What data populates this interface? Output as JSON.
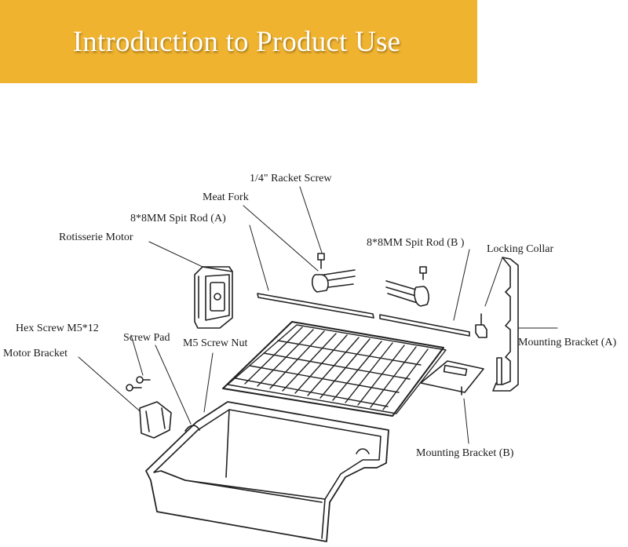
{
  "banner": {
    "title": "Introduction to Product Use",
    "color": "#efb32f"
  },
  "labels": {
    "racket_screw": "1/4\" Racket Screw",
    "meat_fork": "Meat Fork",
    "spit_rod_a": "8*8MM Spit Rod (A)",
    "rotisserie_motor": "Rotisserie Motor",
    "spit_rod_b": "8*8MM Spit Rod (B )",
    "locking_collar": "Locking Collar",
    "hex_screw": "Hex Screw M5*12",
    "screw_pad": "Screw Pad",
    "m5_screw_nut": "M5 Screw Nut",
    "motor_bracket": "Motor Bracket",
    "mounting_bracket_a": "Mounting Bracket (A)",
    "mounting_bracket_b": "Mounting Bracket (B)"
  },
  "colors": {
    "line": "#222222",
    "text": "#1a1a1a"
  }
}
